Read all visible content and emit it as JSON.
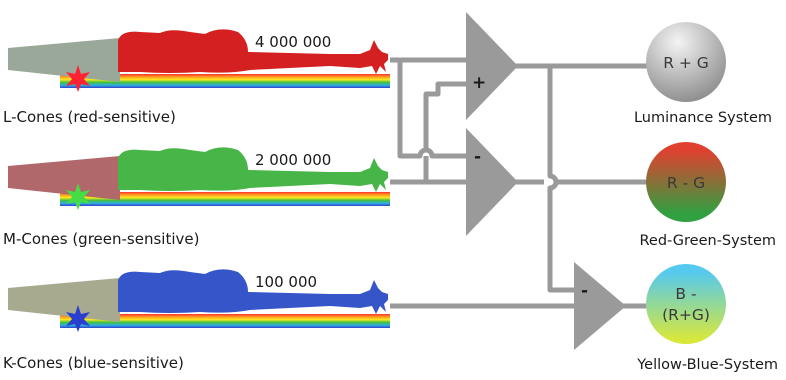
{
  "cones": [
    {
      "label": "L-Cones (red-sensitive)",
      "count": "4 000 000",
      "body_color": "#d42020",
      "tail_color": "#e03030",
      "star_color": "#ff2233"
    },
    {
      "label": "M-Cones (green-sensitive)",
      "count": "2 000 000",
      "body_color": "#47b547",
      "tail_color": "#4cc44c",
      "star_color": "#44dd44"
    },
    {
      "label": "K-Cones (blue-sensitive)",
      "count": "100 000",
      "body_color": "#3555c8",
      "tail_color": "#3d5ad0",
      "star_color": "#2a3fcf"
    }
  ],
  "systems": [
    {
      "label": "Luminance System",
      "ball_text": [
        "R + G"
      ],
      "gradient": [
        "#f4f4f4",
        "#8a8a8a"
      ]
    },
    {
      "label": "Red-Green-System",
      "ball_text": [
        "R - G"
      ],
      "gradient": [
        "#e04030",
        "#30a040"
      ]
    },
    {
      "label": "Yellow-Blue-System",
      "ball_text": [
        "B -",
        "(R+G)"
      ],
      "gradient": [
        "#55c9ee",
        "#d8e83a"
      ]
    }
  ],
  "amplifier_signs": {
    "luminance_plus": "+",
    "redgreen_minus": "-",
    "yellowblue_minus": "-"
  },
  "colors": {
    "wire": "#9a9a9a",
    "amplifier": "#9a9a9a"
  }
}
